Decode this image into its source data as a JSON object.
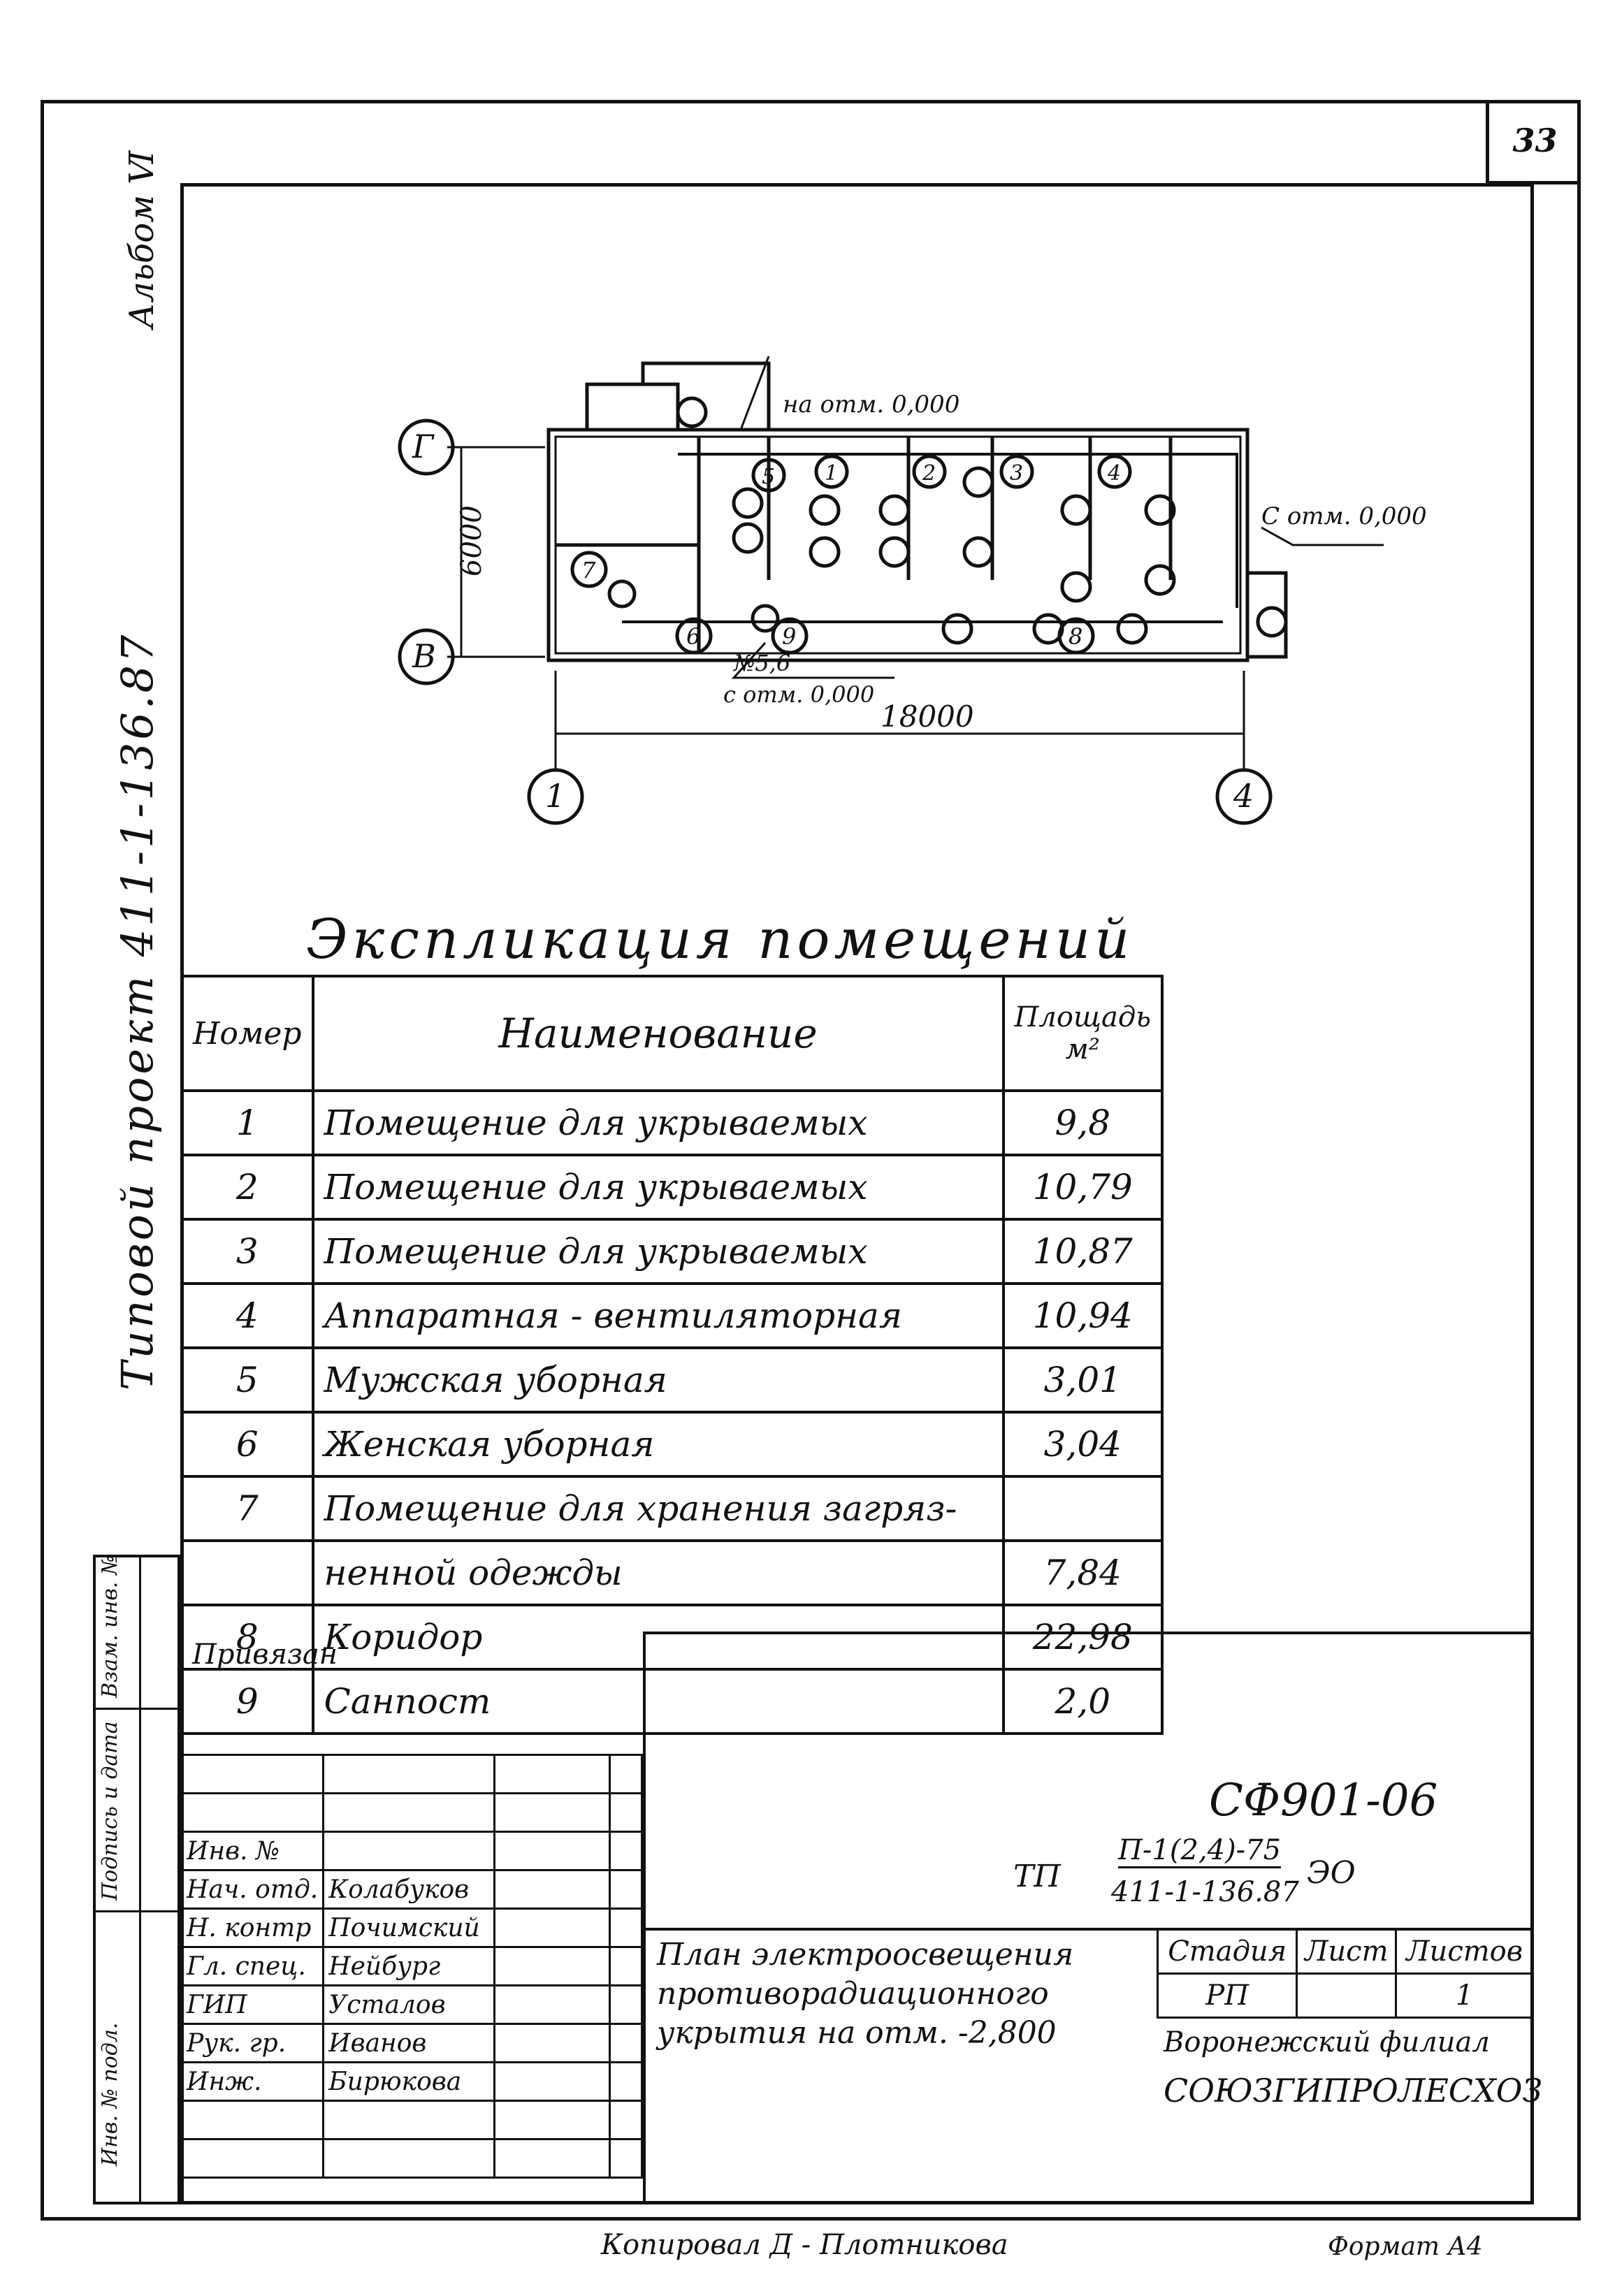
{
  "sheet_number": "33",
  "album_label": "Альбом Ⅵ",
  "project_label": "Типовой проект 411-1-136.87",
  "plan": {
    "axis_labels": [
      "Г",
      "В",
      "1",
      "4"
    ],
    "dim_height": "6000",
    "dim_width": "18000",
    "note_top": "на отм. 0,000",
    "note_right": "С отм. 0,000",
    "note_bottom_line1": "№5,6",
    "note_bottom_line2": "с отм. 0,000",
    "room_numbers": [
      "1",
      "2",
      "3",
      "4",
      "5",
      "6",
      "7",
      "8",
      "9"
    ]
  },
  "explication": {
    "title": "Экспликация помещений",
    "headers": {
      "num": "Номер",
      "name": "Наименование",
      "area": "Площадь м²"
    },
    "rows": [
      {
        "num": "1",
        "name": "Помещение для укрываемых",
        "area": "9,8"
      },
      {
        "num": "2",
        "name": "Помещение для укрываемых",
        "area": "10,79"
      },
      {
        "num": "3",
        "name": "Помещение для укрываемых",
        "area": "10,87"
      },
      {
        "num": "4",
        "name": "Аппаратная - вентиляторная",
        "area": "10,94"
      },
      {
        "num": "5",
        "name": "Мужская уборная",
        "area": "3,01"
      },
      {
        "num": "6",
        "name": "Женская уборная",
        "area": "3,04"
      },
      {
        "num": "7",
        "name": "Помещение для хранения загряз-",
        "area": ""
      },
      {
        "num": "",
        "name": "ненной одежды",
        "area": "7,84"
      },
      {
        "num": "8",
        "name": "Коридор",
        "area": "22,98"
      },
      {
        "num": "9",
        "name": "Санпост",
        "area": "2,0"
      }
    ]
  },
  "stamp": {
    "privyazan": "Привязан",
    "inv": "Инв. №",
    "people": [
      {
        "role": "Нач. отд.",
        "name": "Колабуков"
      },
      {
        "role": "Н. контр",
        "name": "Почимский"
      },
      {
        "role": "Гл. спец.",
        "name": "Нейбург"
      },
      {
        "role": "ГИП",
        "name": "Усталов"
      },
      {
        "role": "Рук. гр.",
        "name": "Иванов"
      },
      {
        "role": "Инж.",
        "name": "Бирюкова"
      }
    ],
    "side_labels": [
      "Взам. инв. №",
      "Подпись и дата",
      "Инв. № подл."
    ]
  },
  "title_block": {
    "code": "СФ901-06",
    "tp_prefix": "ТП",
    "tp_top": "П-1(2,4)-75",
    "tp_bottom": "411-1-136.87",
    "tp_suffix": "ЭО",
    "drawing_title": "План электроосвещения противорадиационного укрытия на отм. -2,800",
    "headers": [
      "Стадия",
      "Лист",
      "Листов"
    ],
    "values": [
      "РП",
      "",
      "1"
    ],
    "org_line1": "Воронежский филиал",
    "org_line2": "СОЮЗГИПРОЛЕСХОЗ"
  },
  "footer": {
    "copied": "Копировал Д - Плотникова",
    "format": "Формат А4"
  }
}
